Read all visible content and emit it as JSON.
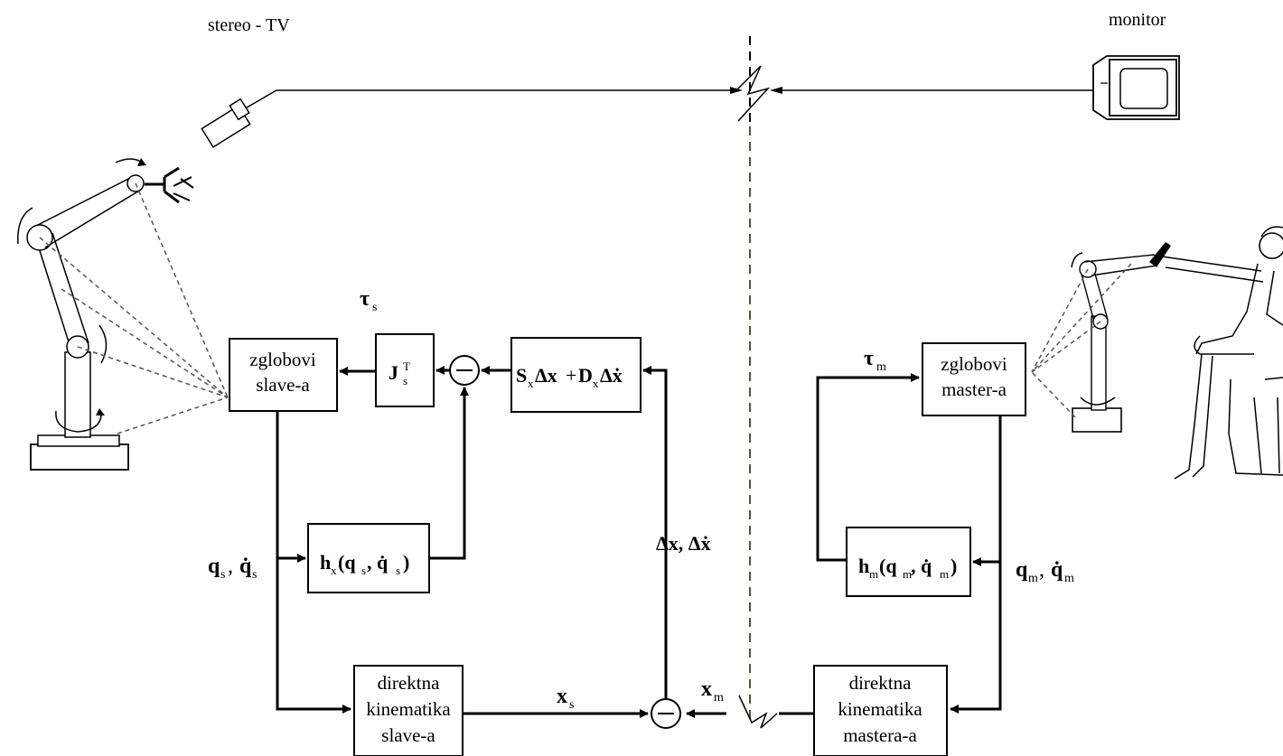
{
  "top": {
    "camera_label": "stereo - TV",
    "monitor_label": "monitor"
  },
  "blocks": {
    "zglobovi_slave": [
      "zglobovi",
      "slave-a"
    ],
    "zglobovi_master": [
      "zglobovi",
      "master-a"
    ],
    "dk_slave": [
      "direktna",
      "kinematika",
      "slave-a"
    ],
    "dk_master": [
      "direktna",
      "kinematika",
      "mastera-a"
    ],
    "jacobian": {
      "base": "J",
      "sub": "s",
      "sup": "T"
    },
    "stiffness": {
      "s": "S",
      "s_sub": "x",
      "dx": "Δx",
      "plus": "+",
      "d": "D",
      "d_sub": "x",
      "ddx": "Δẋ"
    },
    "hx": {
      "h": "h",
      "sub": "x",
      "args": "(q",
      "as": "s",
      "comma": ", q̇",
      "as2": "s",
      "close": ")"
    },
    "hm": {
      "h": "h",
      "sub": "m",
      "args": "(q",
      "am": "m",
      "comma": ", q̇",
      "am2": "m",
      "close": ")"
    }
  },
  "signals": {
    "tau_s": {
      "sym": "τ",
      "sub": "s"
    },
    "tau_m": {
      "sym": "τ",
      "sub": "m"
    },
    "qs": {
      "q": "q",
      "qsub": "s",
      "comma": ", ",
      "qd": "q̇",
      "qdsub": "s"
    },
    "qm": {
      "q": "q",
      "qsub": "m",
      "comma": ", ",
      "qd": "q̇",
      "qdsub": "m"
    },
    "xs": {
      "sym": "x",
      "sub": "s"
    },
    "xm": {
      "sym": "x",
      "sub": "m"
    },
    "dx": "Δx, Δẋ"
  },
  "summing_symbol": "−"
}
